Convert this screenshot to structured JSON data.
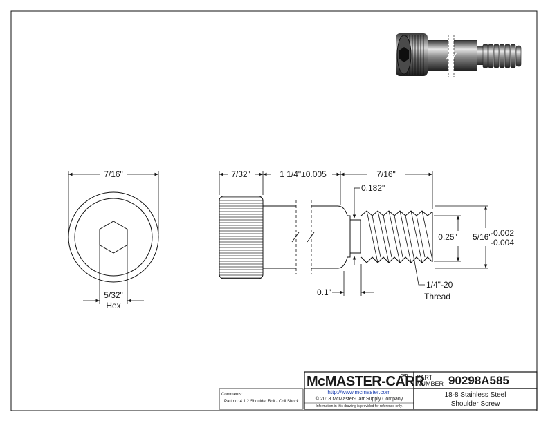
{
  "drawing": {
    "end_view": {
      "width_label": "7/16\"",
      "hex_label": "5/32\"",
      "hex_sublabel": "Hex"
    },
    "side_view": {
      "head_length_label": "7/32\"",
      "shoulder_length_label": "1 1/4\"±0.005",
      "thread_length_label": "7/16\"",
      "neck_length_label": "0.182\"",
      "undercut_label": "0.1\"",
      "thread_dia_label": "0.25\"",
      "shoulder_dia_label": "5/16\"",
      "shoulder_tol_upper": "-0.002",
      "shoulder_tol_lower": "-0.004",
      "thread_spec": "1/4\"-20",
      "thread_word": "Thread"
    }
  },
  "title_block": {
    "comments_label": "Comments:",
    "comments_text": "Part no: 4.1.2 Shoulder Bolt - Coil Shock",
    "brand": "McMASTER-CARR",
    "brand_mark": "®",
    "cad_label": "CAD",
    "url": "http://www.mcmaster.com",
    "copyright": "© 2018 McMaster-Carr Supply Company",
    "disclaimer": "Information in this drawing is provided for reference only.",
    "part_label_1": "PART",
    "part_label_2": "NUMBER",
    "part_number": "90298A585",
    "desc_line1": "18-8 Stainless Steel",
    "desc_line2": "Shoulder Screw"
  }
}
